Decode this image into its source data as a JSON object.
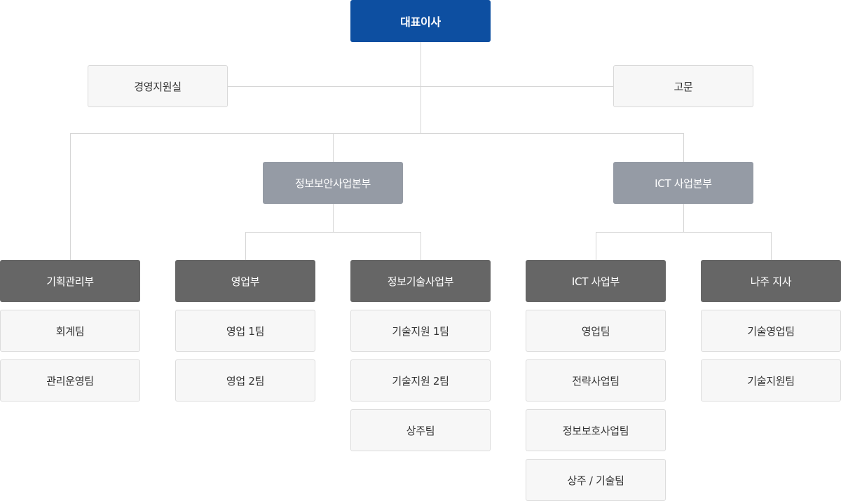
{
  "ceo": "대표이사",
  "staff": {
    "left": "경영지원실",
    "right": "고문"
  },
  "divisions": [
    "정보보안사업본부",
    "ICT 사업본부"
  ],
  "departments": [
    {
      "name": "기획관리부",
      "teams": [
        "회계팀",
        "관리운영팀"
      ]
    },
    {
      "name": "영업부",
      "teams": [
        "영업 1팀",
        "영업 2팀"
      ]
    },
    {
      "name": "정보기술사업부",
      "teams": [
        "기술지원 1팀",
        "기술지원 2팀",
        "상주팀"
      ]
    },
    {
      "name": "ICT 사업부",
      "teams": [
        "영업팀",
        "전략사업팀",
        "정보보호사업팀",
        "상주 / 기술팀"
      ]
    },
    {
      "name": "나주 지사",
      "teams": [
        "기술영업팀",
        "기술지원팀"
      ]
    }
  ],
  "colors": {
    "ceo": "#0d4fa1",
    "division": "#959ba5",
    "department": "#666666",
    "team_bg": "#f7f7f7",
    "line": "#d6d6d6"
  }
}
